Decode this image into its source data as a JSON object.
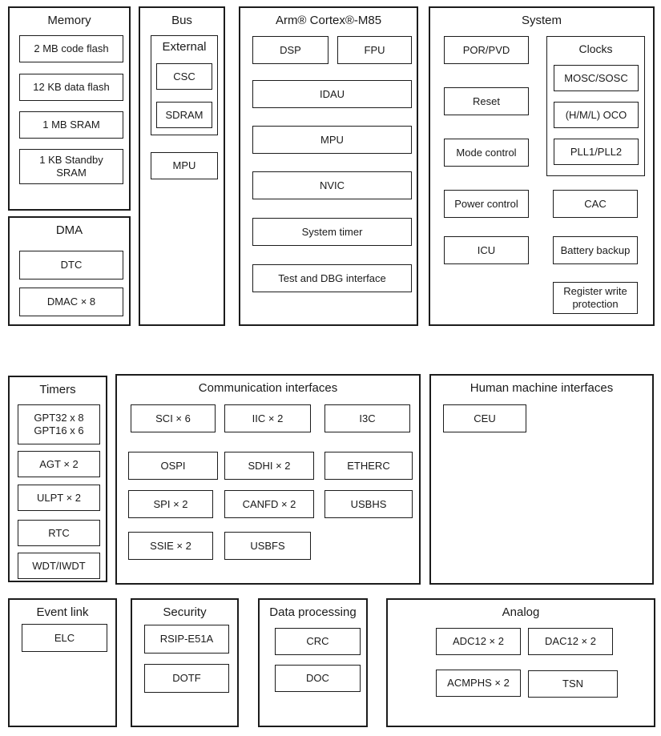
{
  "groups": {
    "memory": {
      "title": "Memory",
      "items": [
        "2 MB code flash",
        "12 KB data flash",
        "1 MB SRAM",
        "1 KB Standby SRAM"
      ]
    },
    "dma": {
      "title": "DMA",
      "items": [
        "DTC",
        "DMAC × 8"
      ]
    },
    "bus": {
      "title": "Bus",
      "external": {
        "title": "External",
        "items": [
          "CSC",
          "SDRAM"
        ]
      },
      "mpu": "MPU"
    },
    "cortex": {
      "title": "Arm® Cortex®-M85",
      "items": [
        "DSP",
        "FPU",
        "IDAU",
        "MPU",
        "NVIC",
        "System timer",
        "Test and DBG interface"
      ]
    },
    "system": {
      "title": "System",
      "left_items": [
        "POR/PVD",
        "Reset",
        "Mode control",
        "Power control",
        "ICU"
      ],
      "clocks": {
        "title": "Clocks",
        "items": [
          "MOSC/SOSC",
          "(H/M/L) OCO",
          "PLL1/PLL2"
        ]
      },
      "right_items": [
        "CAC",
        "Battery backup",
        "Register write protection"
      ]
    },
    "timers": {
      "title": "Timers",
      "gpt_line1": "GPT32 x 8",
      "gpt_line2": "GPT16 x 6",
      "items": [
        "AGT × 2",
        "ULPT × 2",
        "RTC",
        "WDT/IWDT"
      ]
    },
    "comm": {
      "title": "Communication interfaces",
      "items": [
        "SCI × 6",
        "IIC × 2",
        "I3C",
        "OSPI",
        "SDHI × 2",
        "ETHERC",
        "SPI × 2",
        "CANFD × 2",
        "USBHS",
        "SSIE × 2",
        "USBFS"
      ]
    },
    "hmi": {
      "title": "Human machine interfaces",
      "items": [
        "CEU"
      ]
    },
    "event_link": {
      "title": "Event link",
      "items": [
        "ELC"
      ]
    },
    "security": {
      "title": "Security",
      "items": [
        "RSIP-E51A",
        "DOTF"
      ]
    },
    "data_processing": {
      "title": "Data processing",
      "items": [
        "CRC",
        "DOC"
      ]
    },
    "analog": {
      "title": "Analog",
      "items": [
        "ADC12 × 2",
        "DAC12 × 2",
        "ACMPHS × 2",
        "TSN"
      ]
    }
  },
  "colors": {
    "border": "#1c1c1c",
    "background": "#ffffff",
    "text": "#1a1a1a"
  }
}
